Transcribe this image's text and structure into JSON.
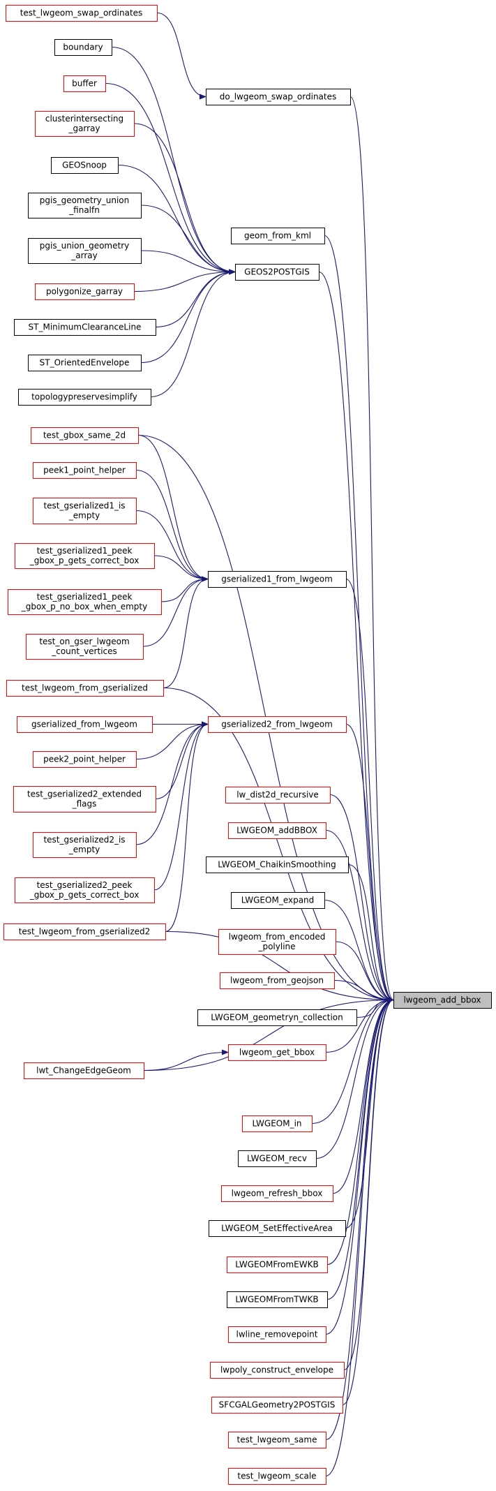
{
  "diagram": {
    "target": "lwgeom_add_bbox",
    "colors": {
      "edge": "#191970",
      "red_border": "#ff0000",
      "black_border": "#000000",
      "target_fill": "#bfbfbf"
    },
    "nodes": [
      {
        "id": "n_swap_ord_test",
        "lines": [
          "test_lwgeom_swap_ordinates"
        ],
        "border": "red"
      },
      {
        "id": "n_boundary",
        "lines": [
          "boundary"
        ],
        "border": "black"
      },
      {
        "id": "n_do_swap",
        "lines": [
          "do_lwgeom_swap_ordinates"
        ],
        "border": "black"
      },
      {
        "id": "n_buffer",
        "lines": [
          "buffer"
        ],
        "border": "red"
      },
      {
        "id": "n_clusterintersecting",
        "lines": [
          "clusterintersecting",
          "_garray"
        ],
        "border": "red"
      },
      {
        "id": "n_geosnoop",
        "lines": [
          "GEOSnoop"
        ],
        "border": "black"
      },
      {
        "id": "n_pgis_union_finalfn",
        "lines": [
          "pgis_geometry_union",
          "_finalfn"
        ],
        "border": "black"
      },
      {
        "id": "n_geom_from_kml",
        "lines": [
          "geom_from_kml"
        ],
        "border": "black"
      },
      {
        "id": "n_pgis_union_array",
        "lines": [
          "pgis_union_geometry",
          "_array"
        ],
        "border": "black"
      },
      {
        "id": "n_geos2postgis",
        "lines": [
          "GEOS2POSTGIS"
        ],
        "border": "black"
      },
      {
        "id": "n_polygonize_garray",
        "lines": [
          "polygonize_garray"
        ],
        "border": "red"
      },
      {
        "id": "n_min_clearance_line",
        "lines": [
          "ST_MinimumClearanceLine"
        ],
        "border": "black"
      },
      {
        "id": "n_oriented_envelope",
        "lines": [
          "ST_OrientedEnvelope"
        ],
        "border": "black"
      },
      {
        "id": "n_topologypreserve",
        "lines": [
          "topologypreservesimplify"
        ],
        "border": "black"
      },
      {
        "id": "n_gbox_same_2d",
        "lines": [
          "test_gbox_same_2d"
        ],
        "border": "red"
      },
      {
        "id": "n_peek1",
        "lines": [
          "peek1_point_helper"
        ],
        "border": "red"
      },
      {
        "id": "n_gser1_is_empty",
        "lines": [
          "test_gserialized1_is",
          "_empty"
        ],
        "border": "red"
      },
      {
        "id": "n_gser1_peek_correct",
        "lines": [
          "test_gserialized1_peek",
          "_gbox_p_gets_correct_box"
        ],
        "border": "red"
      },
      {
        "id": "n_gserialized1_from_lwgeom",
        "lines": [
          "gserialized1_from_lwgeom"
        ],
        "border": "black"
      },
      {
        "id": "n_gser1_peek_nobox",
        "lines": [
          "test_gserialized1_peek",
          "_gbox_p_no_box_when_empty"
        ],
        "border": "red"
      },
      {
        "id": "n_on_gser_count",
        "lines": [
          "test_on_gser_lwgeom",
          "_count_vertices"
        ],
        "border": "red"
      },
      {
        "id": "n_lwgeom_from_gser",
        "lines": [
          "test_lwgeom_from_gserialized"
        ],
        "border": "red"
      },
      {
        "id": "n_gser_from_lwgeom",
        "lines": [
          "gserialized_from_lwgeom"
        ],
        "border": "red"
      },
      {
        "id": "n_gserialized2_from_lwgeom",
        "lines": [
          "gserialized2_from_lwgeom"
        ],
        "border": "red"
      },
      {
        "id": "n_peek2",
        "lines": [
          "peek2_point_helper"
        ],
        "border": "red"
      },
      {
        "id": "n_gser2_ext_flags",
        "lines": [
          "test_gserialized2_extended",
          "_flags"
        ],
        "border": "red"
      },
      {
        "id": "n_lw_dist2d",
        "lines": [
          "lw_dist2d_recursive"
        ],
        "border": "red"
      },
      {
        "id": "n_addbbox",
        "lines": [
          "LWGEOM_addBBOX"
        ],
        "border": "red"
      },
      {
        "id": "n_gser2_is_empty",
        "lines": [
          "test_gserialized2_is",
          "_empty"
        ],
        "border": "red"
      },
      {
        "id": "n_chaikin",
        "lines": [
          "LWGEOM_ChaikinSmoothing"
        ],
        "border": "black"
      },
      {
        "id": "n_gser2_peek_correct",
        "lines": [
          "test_gserialized2_peek",
          "_gbox_p_gets_correct_box"
        ],
        "border": "red"
      },
      {
        "id": "n_expand",
        "lines": [
          "LWGEOM_expand"
        ],
        "border": "black"
      },
      {
        "id": "n_lwgeom_from_gser2",
        "lines": [
          "test_lwgeom_from_gserialized2"
        ],
        "border": "red"
      },
      {
        "id": "n_from_encoded_polyline",
        "lines": [
          "lwgeom_from_encoded",
          "_polyline"
        ],
        "border": "red"
      },
      {
        "id": "n_from_geojson",
        "lines": [
          "lwgeom_from_geojson"
        ],
        "border": "red"
      },
      {
        "id": "n_target",
        "lines": [
          "lwgeom_add_bbox"
        ],
        "border": "black",
        "highlight": true
      },
      {
        "id": "n_geometryn_collection",
        "lines": [
          "LWGEOM_geometryn_collection"
        ],
        "border": "black"
      },
      {
        "id": "n_get_bbox",
        "lines": [
          "lwgeom_get_bbox"
        ],
        "border": "red"
      },
      {
        "id": "n_change_edge_geom",
        "lines": [
          "lwt_ChangeEdgeGeom"
        ],
        "border": "red"
      },
      {
        "id": "n_lwgeom_in",
        "lines": [
          "LWGEOM_in"
        ],
        "border": "red"
      },
      {
        "id": "n_recv",
        "lines": [
          "LWGEOM_recv"
        ],
        "border": "black"
      },
      {
        "id": "n_refresh_bbox",
        "lines": [
          "lwgeom_refresh_bbox"
        ],
        "border": "red"
      },
      {
        "id": "n_set_effective_area",
        "lines": [
          "LWGEOM_SetEffectiveArea"
        ],
        "border": "black"
      },
      {
        "id": "n_from_ewkb",
        "lines": [
          "LWGEOMFromEWKB"
        ],
        "border": "red"
      },
      {
        "id": "n_from_twkb",
        "lines": [
          "LWGEOMFromTWKB"
        ],
        "border": "black"
      },
      {
        "id": "n_removepoint",
        "lines": [
          "lwline_removepoint"
        ],
        "border": "red"
      },
      {
        "id": "n_poly_construct_envelope",
        "lines": [
          "lwpoly_construct_envelope"
        ],
        "border": "red"
      },
      {
        "id": "n_sfcgal2postgis",
        "lines": [
          "SFCGALGeometry2POSTGIS"
        ],
        "border": "red"
      },
      {
        "id": "n_test_same",
        "lines": [
          "test_lwgeom_same"
        ],
        "border": "red"
      },
      {
        "id": "n_test_scale",
        "lines": [
          "test_lwgeom_scale"
        ],
        "border": "red"
      }
    ],
    "edges": [
      [
        "n_swap_ord_test",
        "n_do_swap"
      ],
      [
        "n_do_swap",
        "n_target"
      ],
      [
        "n_boundary",
        "n_geos2postgis"
      ],
      [
        "n_buffer",
        "n_geos2postgis"
      ],
      [
        "n_clusterintersecting",
        "n_geos2postgis"
      ],
      [
        "n_geosnoop",
        "n_geos2postgis"
      ],
      [
        "n_pgis_union_finalfn",
        "n_geos2postgis"
      ],
      [
        "n_pgis_union_array",
        "n_geos2postgis"
      ],
      [
        "n_polygonize_garray",
        "n_geos2postgis"
      ],
      [
        "n_min_clearance_line",
        "n_geos2postgis"
      ],
      [
        "n_oriented_envelope",
        "n_geos2postgis"
      ],
      [
        "n_topologypreserve",
        "n_geos2postgis"
      ],
      [
        "n_geom_from_kml",
        "n_target"
      ],
      [
        "n_geos2postgis",
        "n_target"
      ],
      [
        "n_gbox_same_2d",
        "n_gserialized1_from_lwgeom"
      ],
      [
        "n_gbox_same_2d",
        "n_target"
      ],
      [
        "n_peek1",
        "n_gserialized1_from_lwgeom"
      ],
      [
        "n_gser1_is_empty",
        "n_gserialized1_from_lwgeom"
      ],
      [
        "n_gser1_peek_correct",
        "n_gserialized1_from_lwgeom"
      ],
      [
        "n_gser1_peek_nobox",
        "n_gserialized1_from_lwgeom"
      ],
      [
        "n_on_gser_count",
        "n_gserialized1_from_lwgeom"
      ],
      [
        "n_lwgeom_from_gser",
        "n_gserialized1_from_lwgeom"
      ],
      [
        "n_lwgeom_from_gser",
        "n_target"
      ],
      [
        "n_gserialized1_from_lwgeom",
        "n_target"
      ],
      [
        "n_gser_from_lwgeom",
        "n_gserialized2_from_lwgeom"
      ],
      [
        "n_peek2",
        "n_gserialized2_from_lwgeom"
      ],
      [
        "n_gser2_ext_flags",
        "n_gserialized2_from_lwgeom"
      ],
      [
        "n_gser2_is_empty",
        "n_gserialized2_from_lwgeom"
      ],
      [
        "n_gser2_peek_correct",
        "n_gserialized2_from_lwgeom"
      ],
      [
        "n_lwgeom_from_gser2",
        "n_gserialized2_from_lwgeom"
      ],
      [
        "n_lwgeom_from_gser2",
        "n_target"
      ],
      [
        "n_gserialized2_from_lwgeom",
        "n_target"
      ],
      [
        "n_lw_dist2d",
        "n_target"
      ],
      [
        "n_addbbox",
        "n_target"
      ],
      [
        "n_chaikin",
        "n_target"
      ],
      [
        "n_expand",
        "n_target"
      ],
      [
        "n_from_encoded_polyline",
        "n_target"
      ],
      [
        "n_from_geojson",
        "n_target"
      ],
      [
        "n_geometryn_collection",
        "n_target"
      ],
      [
        "n_get_bbox",
        "n_target"
      ],
      [
        "n_change_edge_geom",
        "n_get_bbox"
      ],
      [
        "n_change_edge_geom",
        "n_target"
      ],
      [
        "n_lwgeom_in",
        "n_target"
      ],
      [
        "n_recv",
        "n_target"
      ],
      [
        "n_refresh_bbox",
        "n_target"
      ],
      [
        "n_set_effective_area",
        "n_target"
      ],
      [
        "n_from_ewkb",
        "n_target"
      ],
      [
        "n_from_twkb",
        "n_target"
      ],
      [
        "n_removepoint",
        "n_target"
      ],
      [
        "n_poly_construct_envelope",
        "n_target"
      ],
      [
        "n_sfcgal2postgis",
        "n_target"
      ],
      [
        "n_test_same",
        "n_target"
      ],
      [
        "n_test_scale",
        "n_target"
      ]
    ]
  }
}
